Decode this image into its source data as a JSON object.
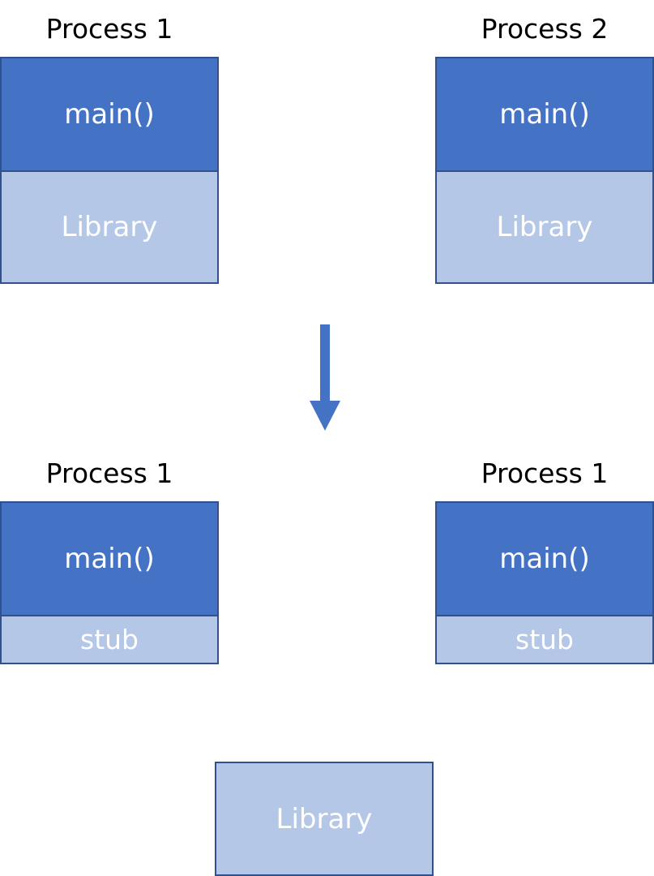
{
  "top": {
    "left": {
      "title": "Process 1",
      "main_label": "main()",
      "library_label": "Library"
    },
    "right": {
      "title": "Process 2",
      "main_label": "main()",
      "library_label": "Library"
    }
  },
  "bottom": {
    "left": {
      "title": "Process 1",
      "main_label": "main()",
      "stub_label": "stub"
    },
    "right": {
      "title": "Process 1",
      "main_label": "main()",
      "stub_label": "stub"
    },
    "shared_library_label": "Library"
  },
  "colors": {
    "main_block": "#4472c4",
    "library_block": "#b4c7e7",
    "border": "#2f528f",
    "arrow": "#4472c4"
  }
}
